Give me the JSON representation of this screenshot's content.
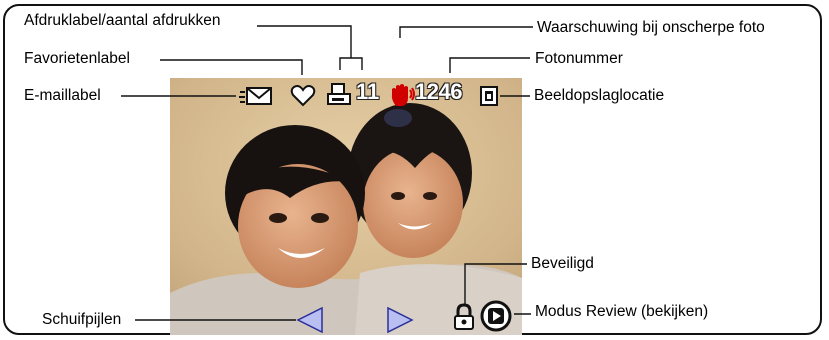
{
  "callouts": {
    "print_label": "Afdruklabel/aantal afdrukken",
    "favorite_label": "Favorietenlabel",
    "email_label": "E-maillabel",
    "blur_warning": "Waarschuwing bij onscherpe foto",
    "photo_number_label": "Fotonummer",
    "storage_location": "Beeldopslaglocatie",
    "protected": "Beveiligd",
    "review_mode": "Modus Review (bekijken)",
    "scroll_arrows": "Schuifpijlen"
  },
  "lcd": {
    "print_count": "11",
    "photo_number": "1246"
  },
  "icons": {
    "email": "email-tag-icon",
    "favorite": "heart-icon",
    "print": "print-tag-icon",
    "blur": "hand-shake-icon",
    "storage": "memory-card-icon",
    "lock": "lock-icon",
    "review": "review-play-icon",
    "arrow_left": "left-arrow-icon",
    "arrow_right": "right-arrow-icon"
  },
  "colors": {
    "blur_warning": "#d10000",
    "arrow_fill": "#b9bff0",
    "arrow_stroke": "#2a2f9a"
  }
}
